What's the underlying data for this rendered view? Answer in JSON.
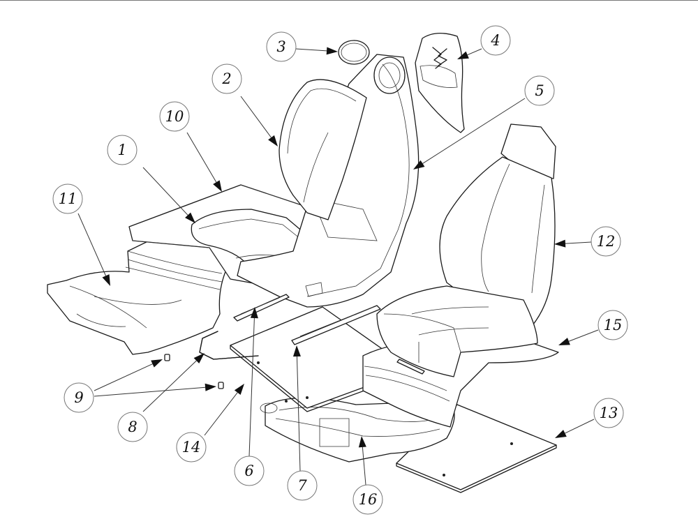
{
  "diagram": {
    "callouts": [
      {
        "id": "callout-1",
        "label": "1"
      },
      {
        "id": "callout-2",
        "label": "2"
      },
      {
        "id": "callout-3",
        "label": "3"
      },
      {
        "id": "callout-4",
        "label": "4"
      },
      {
        "id": "callout-5",
        "label": "5"
      },
      {
        "id": "callout-6",
        "label": "6"
      },
      {
        "id": "callout-7",
        "label": "7"
      },
      {
        "id": "callout-8",
        "label": "8"
      },
      {
        "id": "callout-9",
        "label": "9"
      },
      {
        "id": "callout-10",
        "label": "10"
      },
      {
        "id": "callout-11",
        "label": "11"
      },
      {
        "id": "callout-12",
        "label": "12"
      },
      {
        "id": "callout-13",
        "label": "13"
      },
      {
        "id": "callout-14",
        "label": "14"
      },
      {
        "id": "callout-15",
        "label": "15"
      },
      {
        "id": "callout-16",
        "label": "16"
      }
    ],
    "colors": {
      "line": "#1a1a1a",
      "bubble_stroke": "#777777",
      "background": "#ffffff"
    }
  }
}
